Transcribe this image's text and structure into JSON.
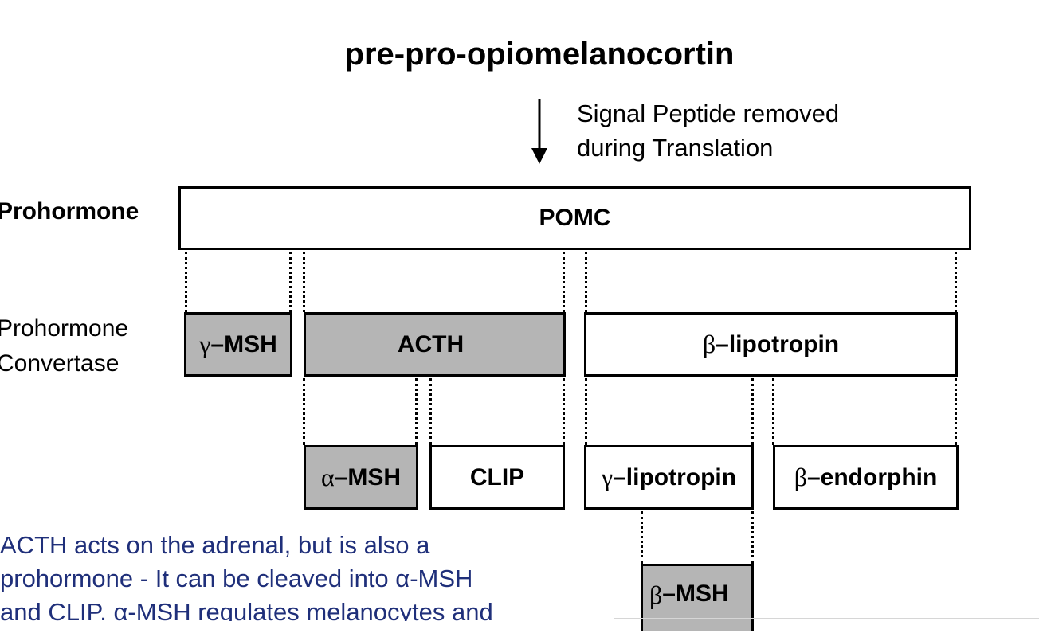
{
  "title": "pre-pro-opiomelanocortin",
  "signal_note": {
    "line1": "Signal Peptide removed",
    "line2": "during Translation"
  },
  "labels": {
    "prohormone": "Prohormone",
    "convertase_line1": "Prohormone",
    "convertase_line2": "Convertase"
  },
  "boxes": {
    "pomc": "POMC",
    "gamma_msh": {
      "greek": "γ",
      "text": "–MSH"
    },
    "acth": "ACTH",
    "beta_lipotropin": {
      "greek": "β",
      "text": "–lipotropin"
    },
    "alpha_msh": {
      "greek": "α",
      "text": "–MSH"
    },
    "clip": "CLIP",
    "gamma_lipotropin": {
      "greek": "γ",
      "text": "–lipotropin"
    },
    "beta_endorphin": {
      "greek": "β",
      "text": "–endorphin"
    },
    "beta_msh": {
      "greek": "β",
      "text": "–MSH"
    }
  },
  "caption": {
    "line1": "ACTH acts on the adrenal, but is also a",
    "line2": "prohormone - It can be cleaved into α-MSH",
    "line3": "and CLIP. α-MSH  regulates melanocytes and"
  },
  "colors": {
    "gray_fill": "#b5b5b5",
    "caption_text": "#1f2f7a"
  }
}
